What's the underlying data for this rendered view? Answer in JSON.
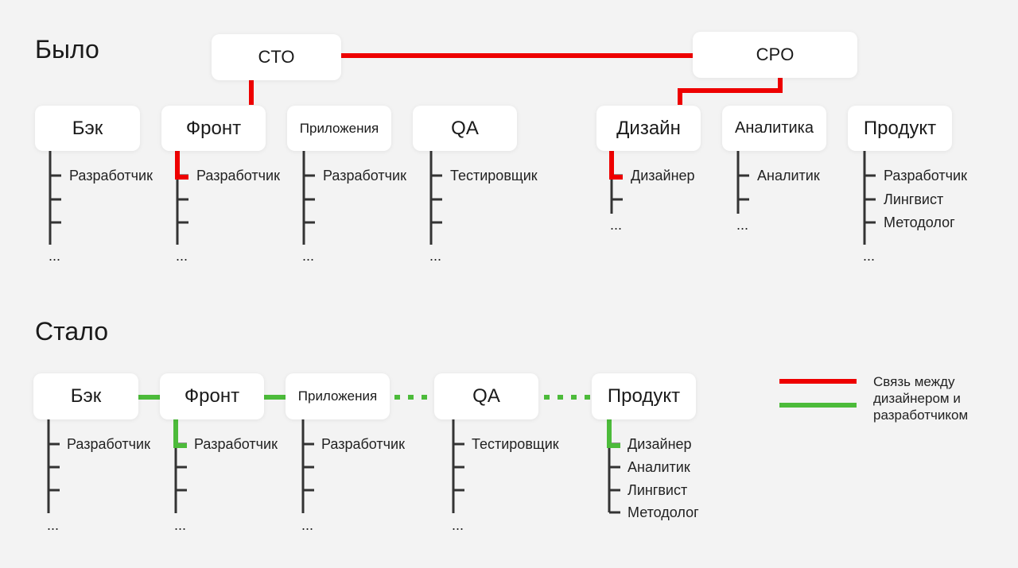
{
  "before": {
    "title": "Было",
    "top": {
      "cto": "CTO",
      "cpo": "CPO"
    },
    "teams": [
      {
        "name": "Бэк",
        "roles": [
          "Разработчик"
        ],
        "more": "..."
      },
      {
        "name": "Фронт",
        "roles": [
          "Разработчик"
        ],
        "more": "..."
      },
      {
        "name": "Приложения",
        "roles": [
          "Разработчик"
        ],
        "more": "..."
      },
      {
        "name": "QA",
        "roles": [
          "Тестировщик"
        ],
        "more": "..."
      },
      {
        "name": "Дизайн",
        "roles": [
          "Дизайнер"
        ],
        "more": "..."
      },
      {
        "name": "Аналитика",
        "roles": [
          "Аналитик"
        ],
        "more": "..."
      },
      {
        "name": "Продукт",
        "roles": [
          "Разработчик",
          "Лингвист",
          "Методолог"
        ],
        "more": "..."
      }
    ]
  },
  "after": {
    "title": "Стало",
    "teams": [
      {
        "name": "Бэк",
        "roles": [
          "Разработчик"
        ],
        "more": "..."
      },
      {
        "name": "Фронт",
        "roles": [
          "Разработчик"
        ],
        "more": "..."
      },
      {
        "name": "Приложения",
        "roles": [
          "Разработчик"
        ],
        "more": "..."
      },
      {
        "name": "QA",
        "roles": [
          "Тестировщик"
        ],
        "more": "..."
      },
      {
        "name": "Продукт",
        "roles": [
          "Дизайнер",
          "Аналитик",
          "Лингвист",
          "Методолог"
        ],
        "more": ""
      }
    ]
  },
  "legend": {
    "text": "Связь между дизайнером и разработчиком"
  },
  "colors": {
    "red": "#ee0000",
    "green": "#4cbb3a",
    "tree": "#333333",
    "box": "#ffffff"
  }
}
